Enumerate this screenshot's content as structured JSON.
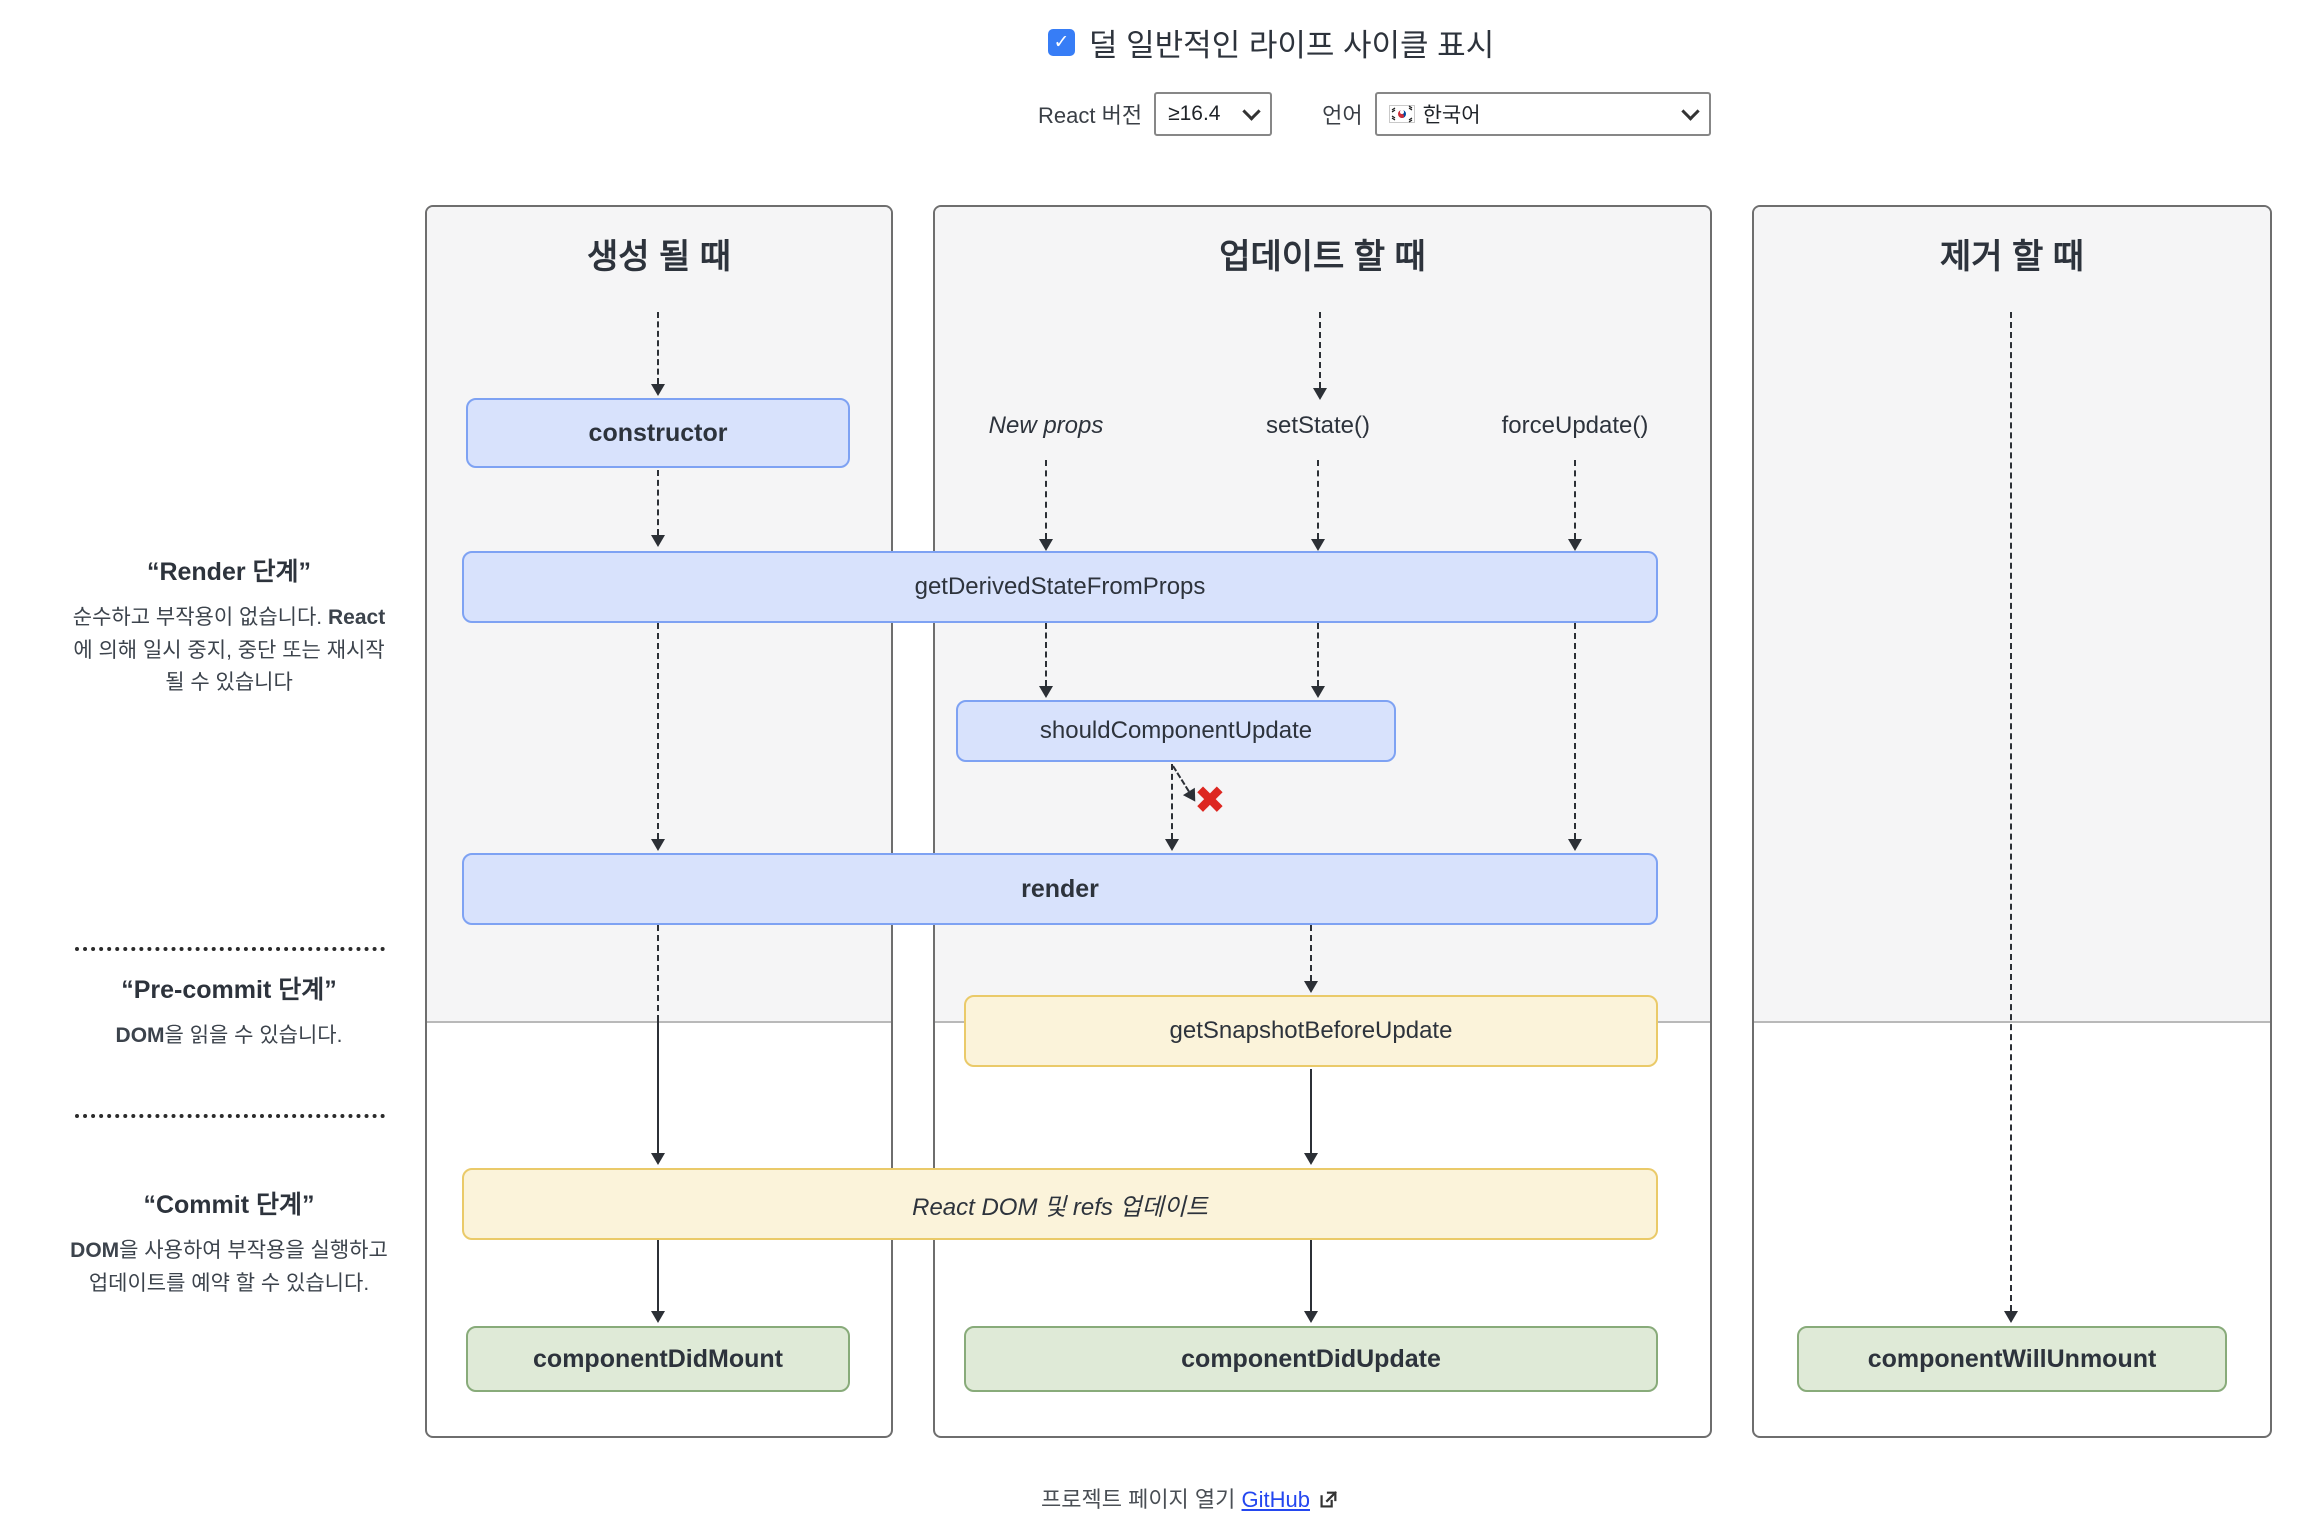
{
  "title_bar": {
    "checkbox_checked": true,
    "label": "덜 일반적인 라이프 사이클 표시"
  },
  "controls": {
    "react_version_label": "React 버전",
    "react_version_value": "≥16.4",
    "language_label": "언어",
    "language_value": "한국어"
  },
  "columns": [
    "생성 될 때",
    "업데이트 할 때",
    "제거 할 때"
  ],
  "phases": {
    "render": {
      "title": "“Render 단계”",
      "desc_pre": "순수하고 부작용이 없습니다. ",
      "desc_bold": "React",
      "desc_post": "에 의해 일시 중지, 중단 또는 재시작 될 수 있습니다"
    },
    "pre_commit": {
      "title": "“Pre-commit 단계”",
      "desc_bold": "DOM",
      "desc_post": "을 읽을 수 있습니다."
    },
    "commit": {
      "title": "“Commit 단계”",
      "desc_bold": "DOM",
      "desc_post": "을 사용하여 부작용을 실행하고 업데이트를 예약 할 수 있습니다."
    }
  },
  "triggers": {
    "new_props": "New props",
    "set_state": "setState()",
    "force_update": "forceUpdate()"
  },
  "methods": {
    "ctor": "constructor",
    "gdsfp": "getDerivedStateFromProps",
    "scu": "shouldComponentUpdate",
    "render_m": "render",
    "gsbu": "getSnapshotBeforeUpdate",
    "dom_update": "React DOM 및 refs 업데이트",
    "cdm": "componentDidMount",
    "cdu": "componentDidUpdate",
    "cwu": "componentWillUnmount"
  },
  "icons": {
    "check": "✓",
    "stop_x": "✖",
    "flag": "south-korea-flag",
    "chevron": "chevron-down",
    "external_link": "external-link"
  },
  "footer": {
    "text": "프로젝트 페이지 열기",
    "link_label": "GitHub"
  },
  "colors": {
    "method_blue_fill": "#d8e2fc",
    "method_blue_border": "#7ea2f3",
    "method_yellow_fill": "#fbf3da",
    "method_yellow_border": "#eaca69",
    "method_green_fill": "#dfead7",
    "method_green_border": "#88ab7a",
    "checkbox_blue": "#377df6",
    "stop_red": "#dd2721",
    "link_blue": "#2447f0",
    "render_phase_bg": "#f5f5f6"
  }
}
